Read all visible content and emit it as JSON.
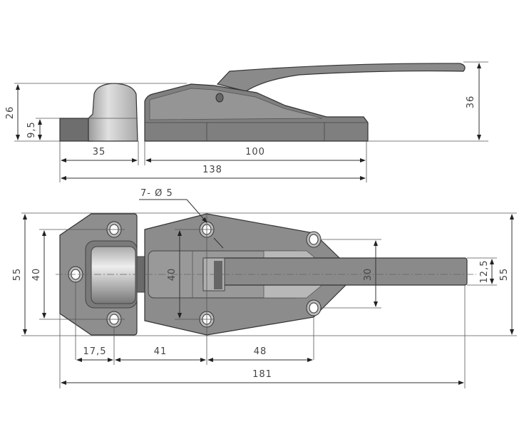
{
  "side_view": {
    "dims": {
      "overall_height": "26",
      "base_height": "9,5",
      "keeper_length": "35",
      "body_length": "100",
      "total_length": "138",
      "handle_height": "36"
    }
  },
  "top_view": {
    "hole_note": "7- Ø 5",
    "dims": {
      "overall_width_left": "55",
      "keeper_hole_spacing": "40",
      "body_hole_spacing": "40",
      "rear_hole_spacing": "30",
      "handle_width": "12,5",
      "overall_width_right": "55",
      "offset_1": "17,5",
      "offset_2": "41",
      "offset_3": "48",
      "total_length": "181"
    }
  },
  "colors": {
    "part_fill": "#8c8c8c",
    "part_light": "#c8c8c8",
    "part_dark": "#5a5a5a",
    "lines": "#333333"
  }
}
